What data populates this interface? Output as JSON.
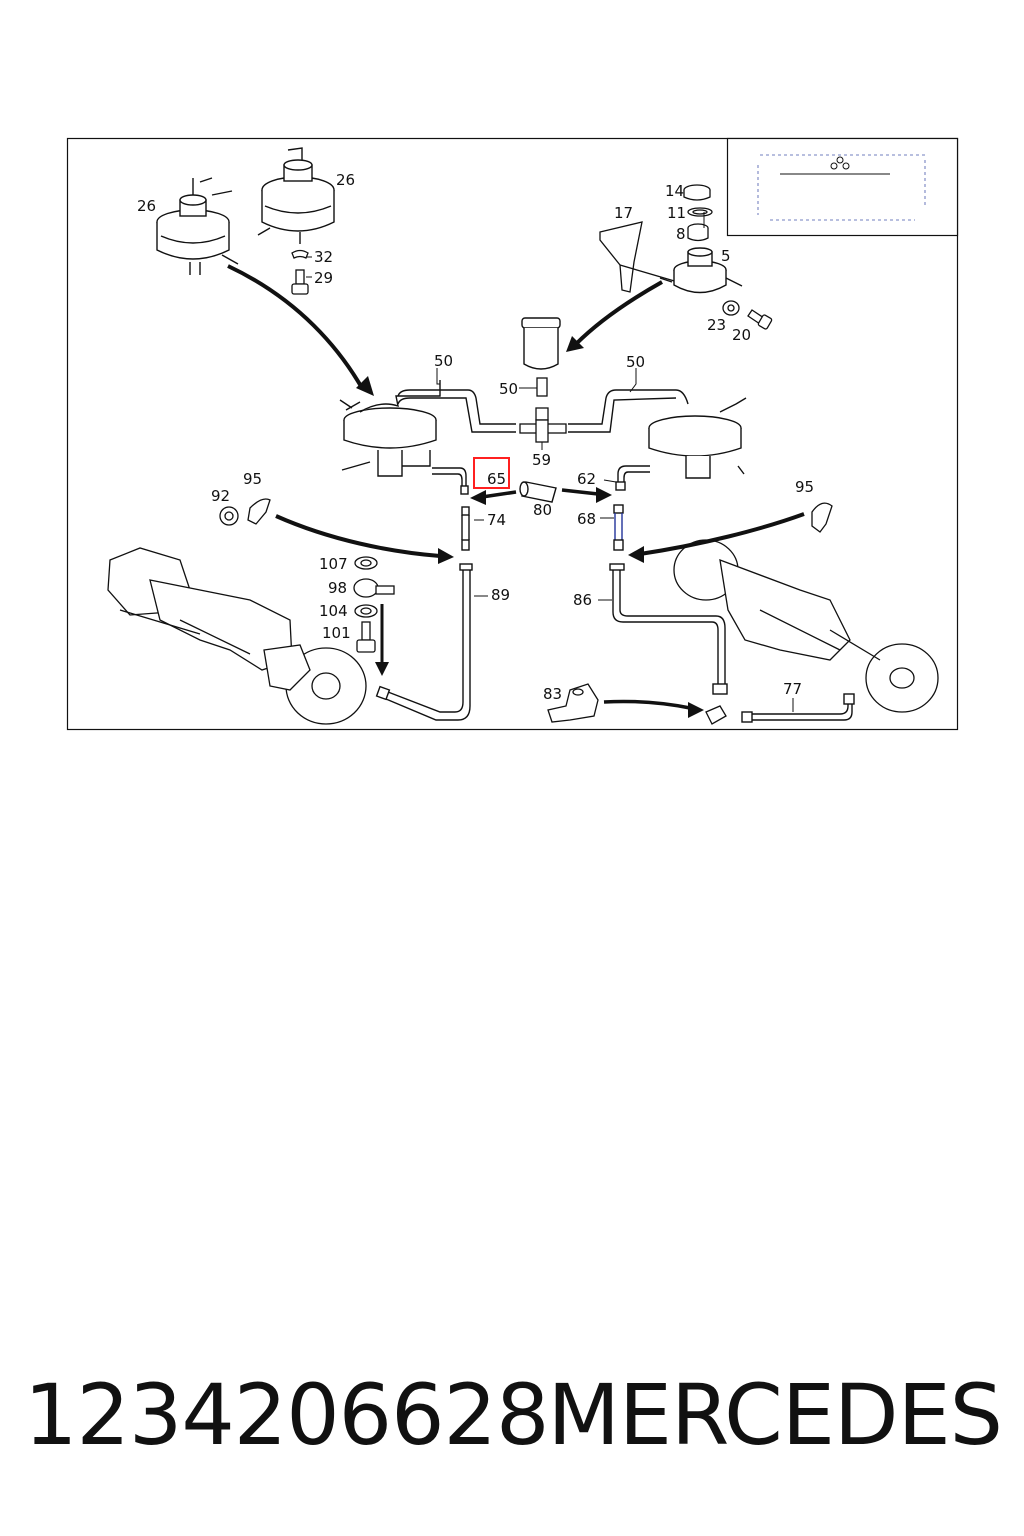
{
  "diagram": {
    "callouts": {
      "c26a": "26",
      "c26b": "26",
      "c32": "32",
      "c29": "29",
      "c14": "14",
      "c11": "11",
      "c8": "8",
      "c17": "17",
      "c5": "5",
      "c23": "23",
      "c20": "20",
      "c50_left": "50",
      "c50_mid": "50",
      "c50_right": "50",
      "c59": "59",
      "c95_left": "95",
      "c92": "92",
      "c95_right": "95",
      "c65": "65",
      "c74": "74",
      "c80": "80",
      "c62": "62",
      "c68": "68",
      "c107": "107",
      "c98": "98",
      "c104": "104",
      "c101": "101",
      "c89": "89",
      "c86": "86",
      "c83": "83",
      "c77": "77"
    },
    "highlighted_callout": "65",
    "highlight_color": "#ff2020"
  },
  "footer": {
    "part_number": "1234206628",
    "brand": "MERCEDES"
  }
}
